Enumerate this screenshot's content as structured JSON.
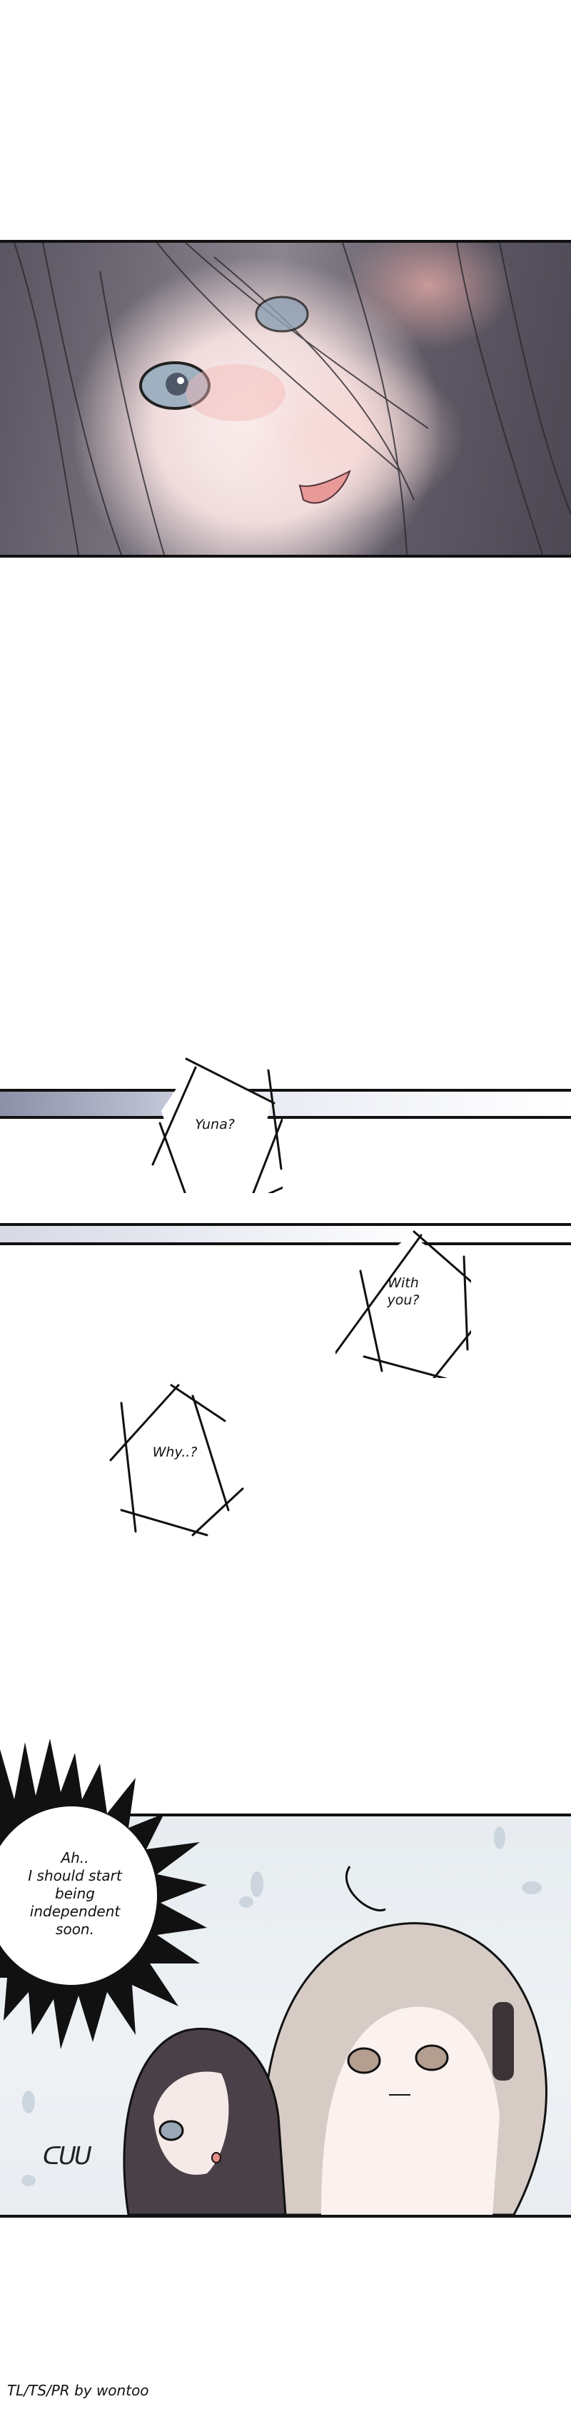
{
  "panels": [
    {
      "name": "closeup-face",
      "colors": {
        "hair": "#5f5a66",
        "skin": "#fbf3f2",
        "blush": "#f1c9c6",
        "eye": "#8fa2b4"
      }
    },
    {
      "name": "phone-call",
      "colors": {
        "background": "#e9edf1",
        "hair_light": "#cfc4bd",
        "hair_dark": "#4a4047"
      }
    }
  ],
  "dialogue": {
    "yuna": "Yuna?",
    "with_you": "With you?",
    "why": "Why..?",
    "thought_lines": [
      "Ah..",
      "I should start",
      "being",
      "independent",
      "soon."
    ],
    "sfx": "ᑕᑌᑌ"
  },
  "credit": "TL/TS/PR by wontoo"
}
